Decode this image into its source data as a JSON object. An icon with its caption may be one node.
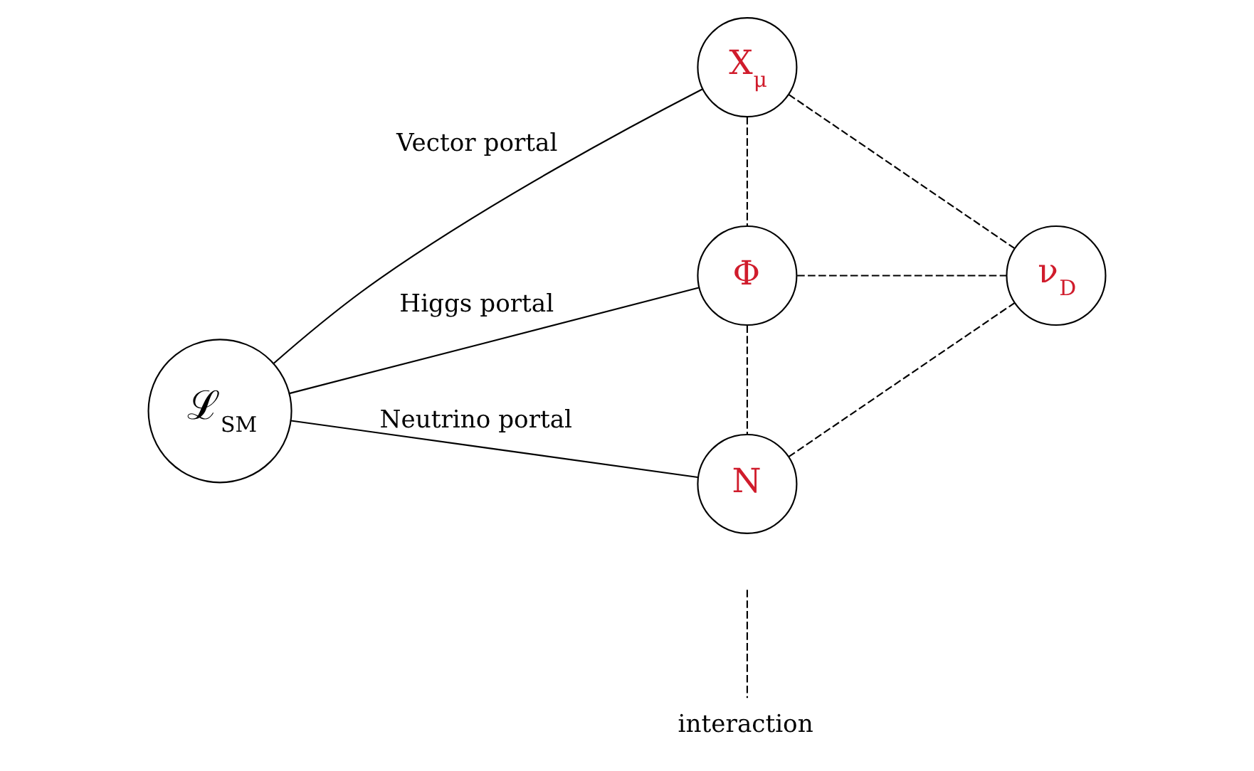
{
  "diagram": {
    "nodes": [
      {
        "text": [
          "ℒ$_{SM}$"
        ]
      },
      {
        "text": [
          "X$_{μ}$"
        ]
      },
      {
        "text": [
          "Φ"
        ]
      },
      {
        "text": [
          "ν$_{D}$"
        ]
      },
      {
        "text": [
          "N"
        ]
      }
    ],
    "edges": [
      {
        "from": 0,
        "to": 1,
        "arrow": "none",
        "label": "Vector portal"
      },
      {
        "from": 0,
        "to": 2,
        "arrow": "none",
        "label": "Higgs portal"
      },
      {
        "from": 0,
        "to": 4,
        "arrow": "none",
        "label": "Neutrino portal"
      },
      {
        "from": 1,
        "to": 2,
        "arrow": "none",
        "style": "dashed"
      },
      {
        "from": 1,
        "to": 3,
        "arrow": "none",
        "style": "dashed"
      },
      {
        "from": 2,
        "to": 3,
        "arrow": "none",
        "style": "dashed"
      },
      {
        "from": 2,
        "to": 4,
        "arrow": "none",
        "style": "dashed"
      },
      {
        "from": 4,
        "to": 3,
        "arrow": "none",
        "style": "dashed"
      }
    ],
    "legend": [
      {
        "text": "interaction"
      }
    ]
  }
}
